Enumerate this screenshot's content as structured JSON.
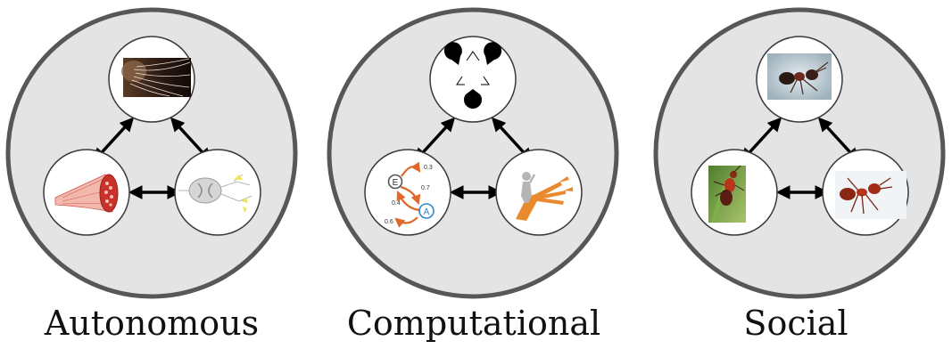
{
  "colors": {
    "panel_fill": "#e4e4e4",
    "panel_stroke": "#575757",
    "node_fill": "#ffffff",
    "node_stroke": "#3a3a3a",
    "arrow": "#000000",
    "orange": "#e2672a",
    "blue": "#2f86c8",
    "ant_red": "#b8341c"
  },
  "panels": [
    {
      "label": "Autonomous",
      "nodes": [
        {
          "icon": "whiskers-photo-icon"
        },
        {
          "icon": "muscle-fiber-icon"
        },
        {
          "icon": "spinal-cord-icon"
        }
      ]
    },
    {
      "label": "Computational",
      "nodes": [
        {
          "icon": "kanizsa-triangle-icon"
        },
        {
          "icon": "state-graph-icon"
        },
        {
          "icon": "decision-paths-icon"
        }
      ]
    },
    {
      "label": "Social",
      "nodes": [
        {
          "icon": "ant-photo-icon"
        },
        {
          "icon": "ant-on-plant-photo-icon"
        },
        {
          "icon": "fire-ant-photo-icon"
        }
      ]
    }
  ],
  "state_graph": {
    "nodes": [
      "E",
      "A"
    ],
    "edge_weights": [
      "0.3",
      "0.7",
      "0.4",
      "0.6"
    ]
  }
}
